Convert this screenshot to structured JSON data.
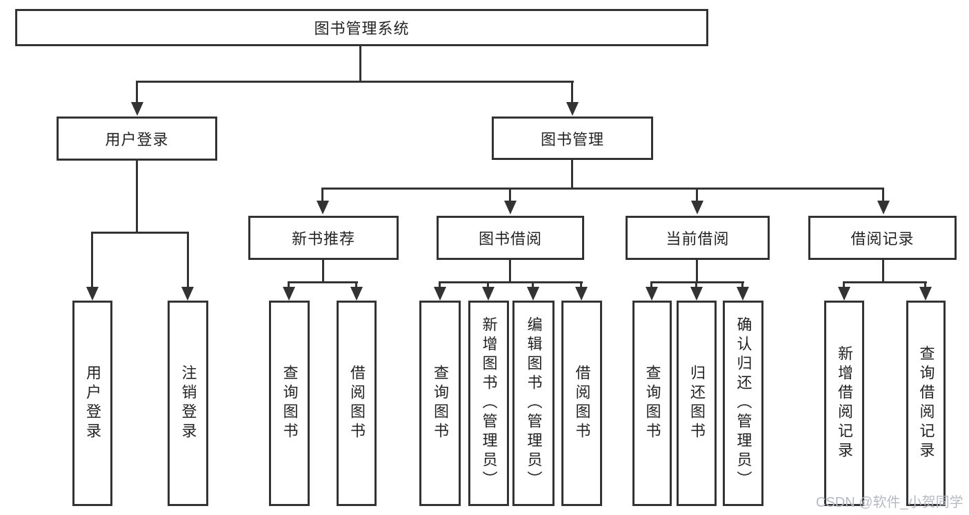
{
  "diagram": {
    "root": {
      "label": "图书管理系统"
    },
    "level2": [
      {
        "label": "用户登录"
      },
      {
        "label": "图书管理"
      }
    ],
    "level3": [
      {
        "label": "新书推荐"
      },
      {
        "label": "图书借阅"
      },
      {
        "label": "当前借阅"
      },
      {
        "label": "借阅记录"
      }
    ],
    "leaves": {
      "login": [
        "用户登录",
        "注销登录"
      ],
      "recommend": [
        "查询图书",
        "借阅图书"
      ],
      "borrow": [
        "查询图书",
        "新增图书（管理员）",
        "编辑图书（管理员）",
        "借阅图书"
      ],
      "current": [
        "查询图书",
        "归还图书",
        "确认归还（管理员）"
      ],
      "records": [
        "新增借阅记录",
        "查询借阅记录"
      ]
    }
  },
  "watermark": {
    "text": "CSDN @软件_小贺同学"
  },
  "colors": {
    "line": "#333333",
    "text": "#232323",
    "watermark": "#b6bac0",
    "background": "#ffffff",
    "box_fill": "#ffffff"
  }
}
